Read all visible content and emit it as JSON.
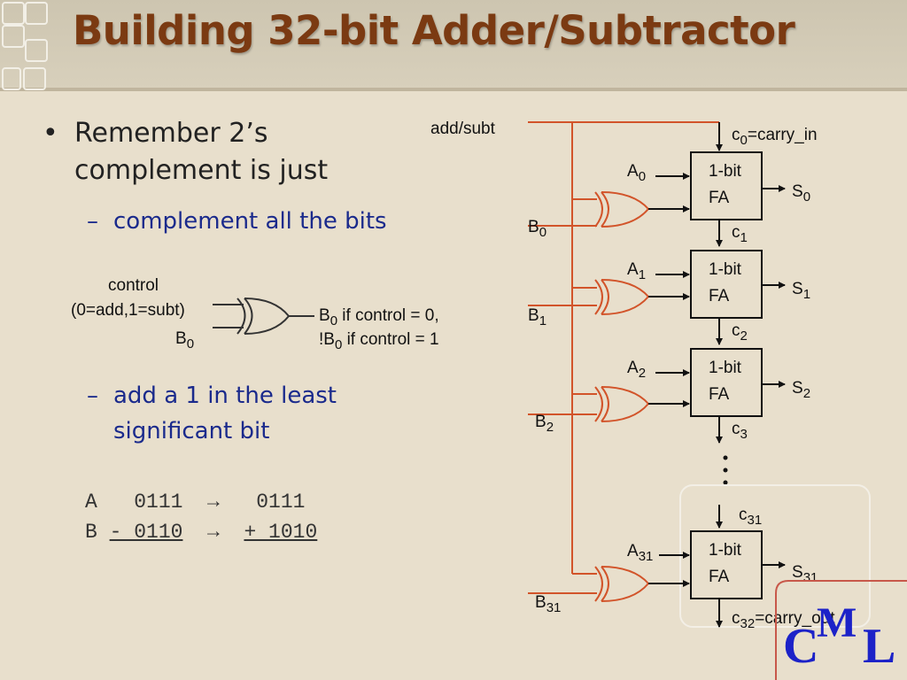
{
  "slide": {
    "title": "Building 32-bit Adder/Subtractor",
    "bullet": "Remember 2’s complement is just",
    "sub1": "complement all the bits",
    "sub2": "add a 1 in the least significant bit",
    "bullet_symbol": "•",
    "dash_symbol": "–"
  },
  "example": {
    "row1": "A   0111  →   0111",
    "row2_prefix": "B ",
    "row2_left": "- 0110",
    "row2_arrow": "  →  ",
    "row2_right": "+ 1010"
  },
  "xor_legend": {
    "control": "control",
    "control_note": "(0=add,1=subt)",
    "b_input": "B",
    "b_sub": "0",
    "out1_a": "B",
    "out1_sub": "0",
    "out1_b": " if control = 0,",
    "out2_a": "!B",
    "out2_sub": "0",
    "out2_b": " if control = 1"
  },
  "circuit": {
    "add_subt": "add/subt",
    "carry_in": "=carry_in",
    "carry_out": "=carry_out",
    "fa_line1": "1-bit",
    "fa_line2": "FA",
    "ellipsis": "⋮",
    "stages": [
      {
        "a": "A",
        "b": "B",
        "s": "S",
        "idx": "0",
        "cin": "0",
        "cout": "1"
      },
      {
        "a": "A",
        "b": "B",
        "s": "S",
        "idx": "1",
        "cin": "1",
        "cout": "2"
      },
      {
        "a": "A",
        "b": "B",
        "s": "S",
        "idx": "2",
        "cin": "2",
        "cout": "3"
      },
      {
        "a": "A",
        "b": "B",
        "s": "S",
        "idx": "31",
        "cin": "31",
        "cout": "32"
      }
    ],
    "c_letter": "c"
  },
  "logo": {
    "c": "C",
    "m": "M",
    "l": "L"
  },
  "colors": {
    "title": "#7b3a12",
    "wire": "#d2542a",
    "sub_text": "#1a2a8c",
    "logo": "#1c22c8"
  }
}
